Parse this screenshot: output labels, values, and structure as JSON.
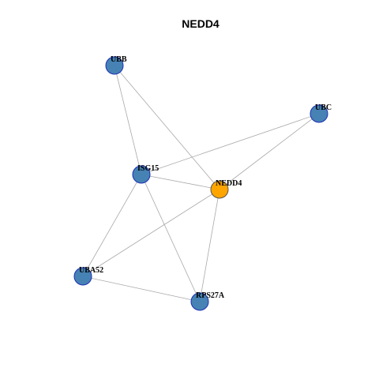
{
  "title": "NEDD4",
  "colors": {
    "background": "#ffffff",
    "edge": "#a9a9a9",
    "node_default_fill": "#4682b4",
    "node_default_stroke": "#1c2fb5",
    "node_focus_fill": "#ffa500",
    "node_focus_stroke": "#555555",
    "label": "#000000"
  },
  "nodes": [
    {
      "id": "UBB",
      "label": "UBB",
      "focus": false
    },
    {
      "id": "UBC",
      "label": "UBC",
      "focus": false
    },
    {
      "id": "ISG15",
      "label": "ISG15",
      "focus": false
    },
    {
      "id": "NEDD4",
      "label": "NEDD4",
      "focus": true
    },
    {
      "id": "UBA52",
      "label": "UBA52",
      "focus": false
    },
    {
      "id": "RPS27A",
      "label": "RPS27A",
      "focus": false
    }
  ],
  "edges": [
    [
      "UBB",
      "ISG15"
    ],
    [
      "UBB",
      "NEDD4"
    ],
    [
      "UBC",
      "ISG15"
    ],
    [
      "UBC",
      "NEDD4"
    ],
    [
      "ISG15",
      "NEDD4"
    ],
    [
      "ISG15",
      "UBA52"
    ],
    [
      "ISG15",
      "RPS27A"
    ],
    [
      "NEDD4",
      "UBA52"
    ],
    [
      "NEDD4",
      "RPS27A"
    ],
    [
      "UBA52",
      "RPS27A"
    ]
  ]
}
